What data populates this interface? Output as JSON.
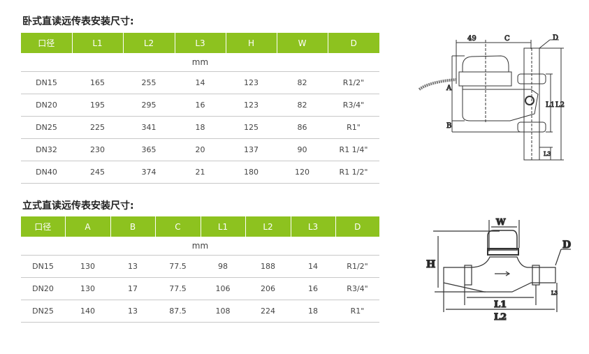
{
  "horizontal": {
    "title": "卧式直读远传表安装尺寸:",
    "headers": [
      "口径",
      "L1",
      "L2",
      "L3",
      "H",
      "W",
      "D"
    ],
    "unit": "mm",
    "rows": [
      [
        "DN15",
        "165",
        "255",
        "14",
        "123",
        "82",
        "R1/2\""
      ],
      [
        "DN20",
        "195",
        "295",
        "16",
        "123",
        "82",
        "R3/4\""
      ],
      [
        "DN25",
        "225",
        "341",
        "18",
        "125",
        "86",
        "R1\""
      ],
      [
        "DN32",
        "230",
        "365",
        "20",
        "137",
        "90",
        "R1 1/4\""
      ],
      [
        "DN40",
        "245",
        "374",
        "21",
        "180",
        "120",
        "R1 1/2\""
      ]
    ],
    "diagram_labels": {
      "d49": "49",
      "c": "C",
      "d": "D",
      "a": "A",
      "b": "B",
      "l1": "L1",
      "l2": "L2",
      "l3": "L3"
    }
  },
  "vertical": {
    "title": "立式直读远传表安装尺寸:",
    "headers": [
      "口径",
      "A",
      "B",
      "C",
      "L1",
      "L2",
      "L3",
      "D"
    ],
    "unit": "mm",
    "rows": [
      [
        "DN15",
        "130",
        "13",
        "77.5",
        "98",
        "188",
        "14",
        "R1/2\""
      ],
      [
        "DN20",
        "130",
        "17",
        "77.5",
        "106",
        "206",
        "16",
        "R3/4\""
      ],
      [
        "DN25",
        "140",
        "13",
        "87.5",
        "108",
        "224",
        "18",
        "R1\""
      ]
    ],
    "diagram_labels": {
      "w": "W",
      "h": "H",
      "d": "D",
      "l1": "L1",
      "l2": "L2",
      "l3": "L3"
    }
  },
  "colors": {
    "header_green": "#8dc21f"
  }
}
